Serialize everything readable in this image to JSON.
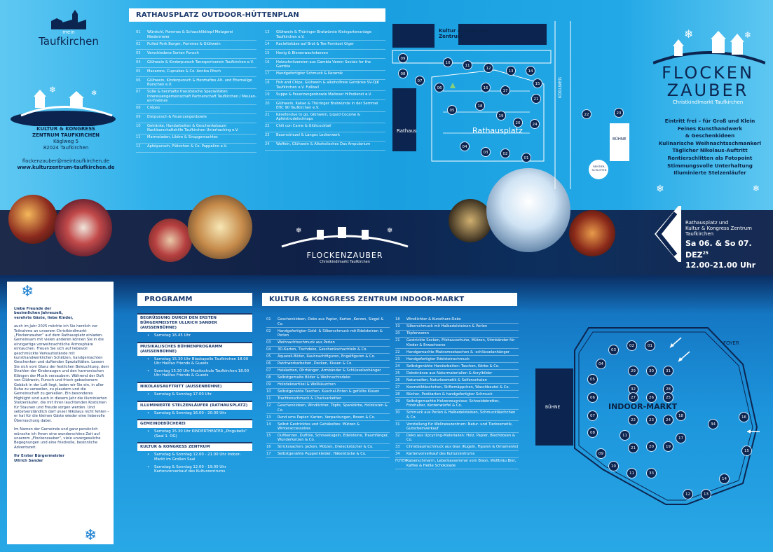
{
  "brand": {
    "logo_small": "Taufkirchen",
    "logo_top": "mein",
    "title1": "FLOCKEN",
    "title2": "ZAUBER",
    "subtitle": "Christkindlmarkt Taufkirchen"
  },
  "colors": {
    "navy": "#0c2550",
    "sky": "#1a9fe0",
    "white": "#ffffff"
  },
  "venue": {
    "line1": "KULTUR & KONGRESS",
    "line2": "ZENTRUM TAUFKIRCHEN",
    "street": "Köglweg 5",
    "city": "82024 Taufkirchen",
    "email": "flockenzauber@meintaufkirchen.de",
    "web": "www.kulturzentrum-taufkirchen.de"
  },
  "outdoor": {
    "title": "RATHAUSPLATZ OUTDOOR-HÜTTENPLAN",
    "left": [
      {
        "n": "01",
        "t": "Würstchl, Pommes & Schaschlikttopf Metzgerei Niedermeier"
      },
      {
        "n": "02",
        "t": "Pulled Pork Burger, Pommes & Glühwein"
      },
      {
        "n": "03",
        "t": "Verschiedene Sorten Punsch"
      },
      {
        "n": "04",
        "t": "Glühwein & Kinderpunsch Tanzsportverein Taufkirchen e.V."
      },
      {
        "n": "05",
        "t": "Macarons, Cupcakes & Co. Annika Pitsch"
      },
      {
        "n": "06",
        "t": "Glühwein, Kinderpunsch & Herzhaftes Alt- und Ehemalige Burschen e.V."
      },
      {
        "n": "07",
        "t": "Süße & herzhafte französische Spezialitäten Interessengemeinschaft Partnerschaft Taufkirchen / Meulan-en-Yvelines"
      },
      {
        "n": "08",
        "t": "Crêpes"
      },
      {
        "n": "09",
        "t": "Eierpunsch & Feuerzangenbowle"
      },
      {
        "n": "10",
        "t": "Getränke, Handarbeiten & Geschenkebaum Nachbarschaftshilfe Taufkirchen Unterhaching e.V."
      },
      {
        "n": "11",
        "t": "Marmeladen, Liköre & Sirupgemachtes"
      },
      {
        "n": "12",
        "t": "Apfelpunsch, Plätzchen & Co. Pappelino e.V."
      }
    ],
    "right": [
      {
        "n": "13",
        "t": "Glühwein & Thüringer Bratwürste Kleingartenanlage Taufkirchen e.V."
      },
      {
        "n": "14",
        "t": "Raclettekäse auf Brot & Tee Fernkost Giger"
      },
      {
        "n": "15",
        "t": "Honig & Bienenwachskerzen"
      },
      {
        "n": "16",
        "t": "Holzschnitzereien aus Gambia Verein Socials for the Gambia"
      },
      {
        "n": "17",
        "t": "Handgefertigter Schmuck & Keramik"
      },
      {
        "n": "18",
        "t": "Fish and Chips, Glühwein & alkoholfreie Getränke SV-DJK Taufkirchen e.V. Fußball"
      },
      {
        "n": "19",
        "t": "Suppe & Feuerzangenbowle Malteser Hilfsdienst e.V."
      },
      {
        "n": "20",
        "t": "Glühwein, Kakao & Thüringer Bratwürste in der Semmel EHC 90 Taufkirchen e.V."
      },
      {
        "n": "21",
        "t": "Käsefondue to go, Glühwein, Liquid Cocaine & Apfelstrudelschnaps"
      },
      {
        "n": "22",
        "t": "Chili con Carne & Glühcocktail"
      },
      {
        "n": "23",
        "t": "Baumstriezel & Langos Leckerwerk"
      },
      {
        "n": "24",
        "t": "Waffeln, Glühwein & Alkoholisches Das Ampularium"
      }
    ]
  },
  "map_top": {
    "kultur": "Kultur & Kongress",
    "zentrum": "Zentrum",
    "rathaus": "Rathaus",
    "platz": "Rathausplatz",
    "weg": "KÖGLWEG",
    "buehne": "BÜHNE",
    "rentier": "RENTIER-SCHLITTEN"
  },
  "highlights": [
    "Eintritt frei – für Groß und Klein",
    "Feines Kunsthandwerk",
    "& Geschenkideen",
    "Kulinarische Weihnachtsschmankerl",
    "Täglicher Nikolaus-Auftritt",
    "Rentierschlitten als Fotopoint",
    "Stimmungsvolle Unterhaltung",
    "Illuminierte Stelzenläufer"
  ],
  "event": {
    "loc1": "Rathausplatz und",
    "loc2": "Kultur & Kongress Zentrum",
    "loc3": "Taufkirchen",
    "dates": "Sa 06. & So 07. DEZ",
    "year": "25",
    "hours": "12.00-21.00 Uhr"
  },
  "greeting": {
    "head1": "Liebe Freunde der",
    "head2": "besinnlichen Jahreszeit,",
    "head3": "verehrte Gäste, liebe Kinder,",
    "body1": "auch im Jahr 2025 möchte ich Sie herzlich zur Teilnahme an unserem Christkindlmarkt „Flockenzauber“ auf dem Rathausplatz einladen. Gemeinsam mit vielen anderen können Sie in die einzigartige vorweihnachtliche Atmosphäre eintauchen. Freuen Sie sich auf liebevoll geschmückte Verkaufsstände mit kunsthandwerklichen Schätzen, handgemachten Geschenken und duftenden Spezialitäten. Lassen Sie sich vom Glanz der festlichen Beleuchtung, dem Strahlen der Kinderaugen und den harmonischen Klängen der Musik verzaubern. Während der Duft von Glühwein, Punsch und frisch gebackenem Gebäck in der Luft liegt, laden wir Sie ein, in aller Ruhe zu verweilen, zu plaudern und die Gemeinschaft zu genießen. Ein besonderes Highlight sind auch in diesem Jahr die illuminierten Stelzenläufer, die mit ihren leuchtenden Kostümen für Staunen und Freude sorgen werden. Und selbstverständlich darf unser Nikolaus nicht fehlen – er hat für die kleinen Gäste wieder eine liebevolle Überraschung dabei.",
    "body2": "Im Namen der Gemeinde und ganz persönlich wünsche ich Ihnen eine wunderschöne Zeit auf unserem „Flockenzauber“, viele unvergessliche Begegnungen und eine friedvolle, besinnliche Adventszeit.",
    "sign1": "Ihr Erster Bürgermeister",
    "sign2": "Ullrich Sander"
  },
  "programm": {
    "title": "PROGRAMM",
    "blocks": [
      {
        "h": "BEGRÜSSUNG DURCH DEN ERSTEN BÜRGERMEISTER ULLRICH SANDER (AUSSENBÜHNE)",
        "i": [
          "Samstag 16.45 Uhr"
        ]
      },
      {
        "h": "MUSIKALISCHES BÜHNENPROGRAMM (AUSSENBÜHNE)",
        "i": [
          "Samstag 15.30 Uhr Blaskapelle Taufkirchen 18.00 Uhr Halifax Friends & Guests",
          "Sonntag 15.30 Uhr Musikschule Taufkirchen 18.00 Uhr Halifax Friends & Guests"
        ]
      },
      {
        "h": "NIKOLAUSAUFTRITT (AUSSENBÜHNE)",
        "i": [
          "Samstag & Sonntag 17.00 Uhr"
        ]
      },
      {
        "h": "ILLUMINIERTE STELZENLÄUFER (RATHAUSPLATZ)",
        "i": [
          "Samstag & Sonntag 16.00 - 20.00 Uhr"
        ]
      },
      {
        "h": "GEMEINDEBÜCHEREI",
        "i": [
          "Samstag 15.30 Uhr KINDERTHEATER „Pingubells“ (Saal 1. OG)"
        ]
      },
      {
        "h": "KULTUR & KONGRESS ZENTRUM",
        "i": [
          "Samstag & Sonntag 12.00 - 21.00 Uhr Indoor-Markt im Großen Saal",
          "Samstag & Sonntag 12.00 - 19.00 Uhr Kartenvorverkauf des Kulturzentrums"
        ]
      }
    ]
  },
  "indoor": {
    "title": "KULTUR & KONGRESS ZENTRUM INDOOR-MARKT",
    "label": "INDOOR-MARKT",
    "foyer": "FOYER",
    "buehne": "BÜHNE",
    "left": [
      {
        "n": "01",
        "t": "Geschenkideen, Deko aus Papier, Karten, Kerzen, Siegel & Co."
      },
      {
        "n": "02",
        "t": "Handgefertigter Gold- & Silberschmuck mit Edelsteinen & Perlen"
      },
      {
        "n": "03",
        "t": "Weihnachtsschmuck aus Perlen"
      },
      {
        "n": "04",
        "t": "3D-Karten, Tischdeko, Geschenkschachteln & Co."
      },
      {
        "n": "05",
        "t": "Aquarell-Bilder, Rauhnachtfiguren, Engelfiguren & Co."
      },
      {
        "n": "06",
        "t": "Patchworkarbeiten, Decken, Kissen & Co."
      },
      {
        "n": "07",
        "t": "Halsketten, Ohrhänger, Armbänder & Schlüsselanhänger"
      },
      {
        "n": "08",
        "t": "Selbstgemalte Bilder & Weihnachtsdeko"
      },
      {
        "n": "09",
        "t": "Holzdekoartikel & Wollkäuzchen"
      },
      {
        "n": "10",
        "t": "Selbstgenähte Taschen, Kuschel-Enten & gefüllte Kissen"
      },
      {
        "n": "11",
        "t": "Trachtenschmuck & Charivarketten"
      },
      {
        "n": "12",
        "t": "Geschenkideen, Windlichter, Töpfe, Spankörbe, Holzkisten & Co."
      },
      {
        "n": "13",
        "t": "Rund ums Papier: Karten, Verpackungen, Boxen & Co."
      },
      {
        "n": "14",
        "t": "Selbst Gestricktes und Gehäkeltes: Mützen & Winteraccessoires"
      },
      {
        "n": "15",
        "t": "Duftkerzen, Duftöle, Schneekugeln, Edelsteine, Traumfänger, Wunderkerzen & Co."
      },
      {
        "n": "16",
        "t": "Strickssachen: Jacken, Mützen, Dreieckstücher & Co."
      },
      {
        "n": "17",
        "t": "Selbstgenähte Puppenkleider, Häkelstücke & Co."
      }
    ],
    "right": [
      {
        "n": "18",
        "t": "Windlichter & Kunstharz-Deko"
      },
      {
        "n": "19",
        "t": "Silberschmuck mit Halbedelsteinen & Perlen"
      },
      {
        "n": "20",
        "t": "Töpferwaren"
      },
      {
        "n": "21",
        "t": "Gestrickte Socken, Filzhausschuhe, Mützen, Stirnbänder für Kinder & Erwachsene"
      },
      {
        "n": "22",
        "t": "Handgemachte Makrameetaschen & -schlüsselanhänger"
      },
      {
        "n": "23",
        "t": "Handgefertigter Edelsteinschmuck"
      },
      {
        "n": "24",
        "t": "Selbstgenähte Handarbeiten: Taschen, Körbe & Co."
      },
      {
        "n": "25",
        "t": "Dekokränze aus Naturmaterialien & Acrylbilder"
      },
      {
        "n": "26",
        "t": "Naturseifen, Naturkosmetik & Seifenschalen"
      },
      {
        "n": "27",
        "t": "Kosmetiktäschchen, Stiftemäppchen, Waschbeutel & Co."
      },
      {
        "n": "28",
        "t": "Bücher, Postkarten & handgefertigter Schmuck"
      },
      {
        "n": "29",
        "t": "Selbstgemachte Holzerzeugnisse: Schneidebretter, Fotohalter, Kerzenwürfel & Co."
      },
      {
        "n": "30",
        "t": "Schmuck aus Perlen & Halbedelsteinen, Schmucktäschchen & Co."
      },
      {
        "n": "31",
        "t": "Vorstellung für Wellnesszentrum: Natur- und Tierkosmetik, Gutscheinverkauf"
      },
      {
        "n": "32",
        "t": "Deko aus Upcycling-Materialien: Holz, Papier, Blechdosen & Co."
      },
      {
        "n": "33",
        "t": "Christbaumschmuck aus Glas (Kugeln, Figuren & Ornamente)"
      },
      {
        "n": "34",
        "t": "Kartenvorverkauf des Kulturzentrums"
      },
      {
        "n": "FOYER",
        "t": "Kaiserschmarrn, Leberkassemmel vom Bison, Wolfbräu Bier, Kaffee & Heiße Schokolade"
      }
    ]
  }
}
